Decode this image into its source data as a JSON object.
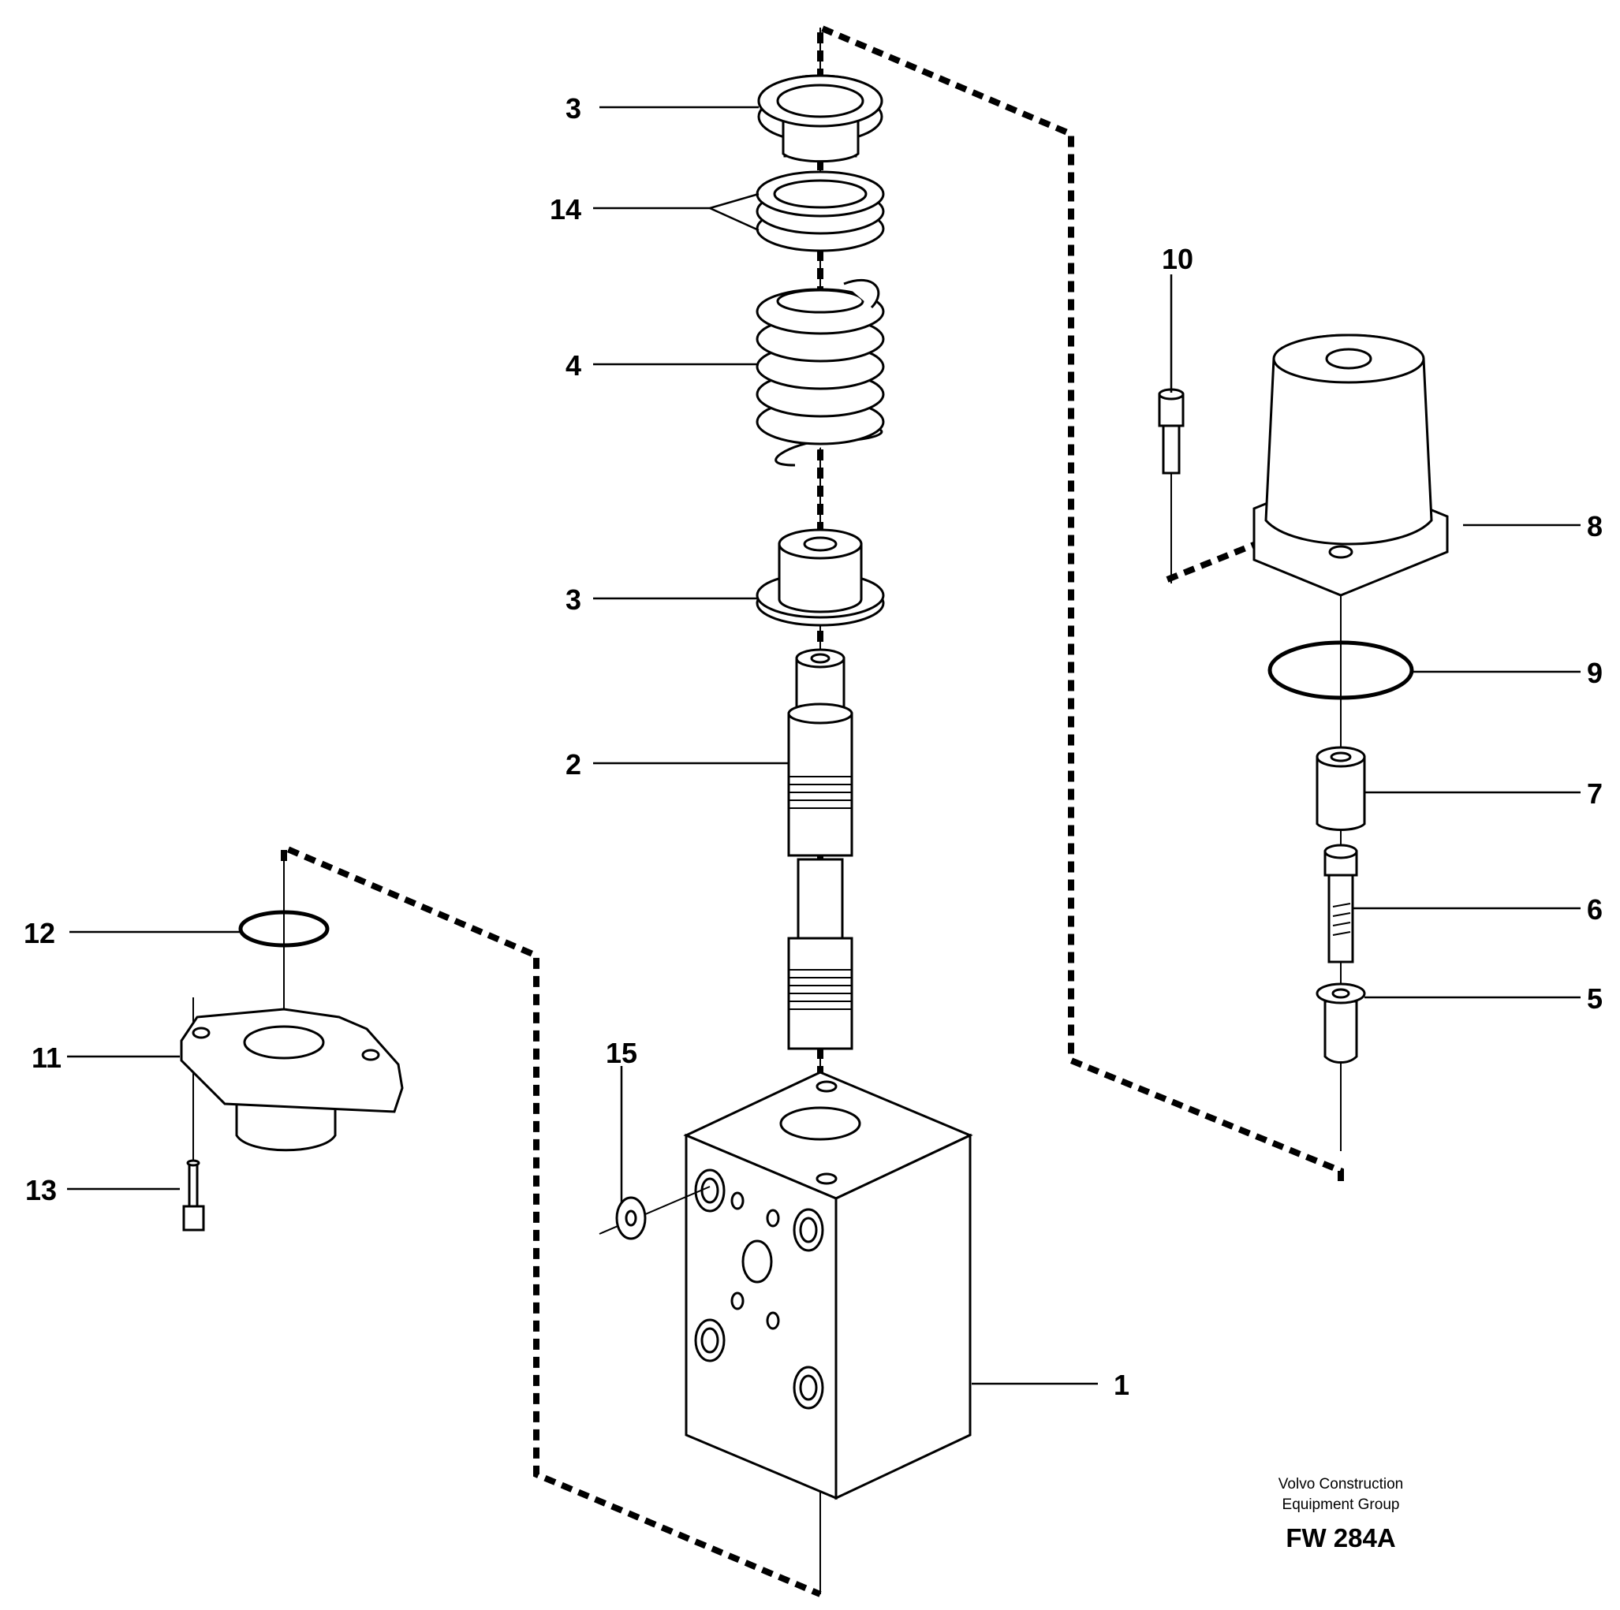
{
  "callouts": {
    "c1": "1",
    "c2": "2",
    "c3_top": "3",
    "c3_lower": "3",
    "c4": "4",
    "c5": "5",
    "c6": "6",
    "c7": "7",
    "c8": "8",
    "c9": "9",
    "c10": "10",
    "c11": "11",
    "c12": "12",
    "c13": "13",
    "c14": "14",
    "c15": "15"
  },
  "credit": {
    "line1": "Volvo Construction",
    "line2": "Equipment Group",
    "figure_id": "FW 284A"
  }
}
